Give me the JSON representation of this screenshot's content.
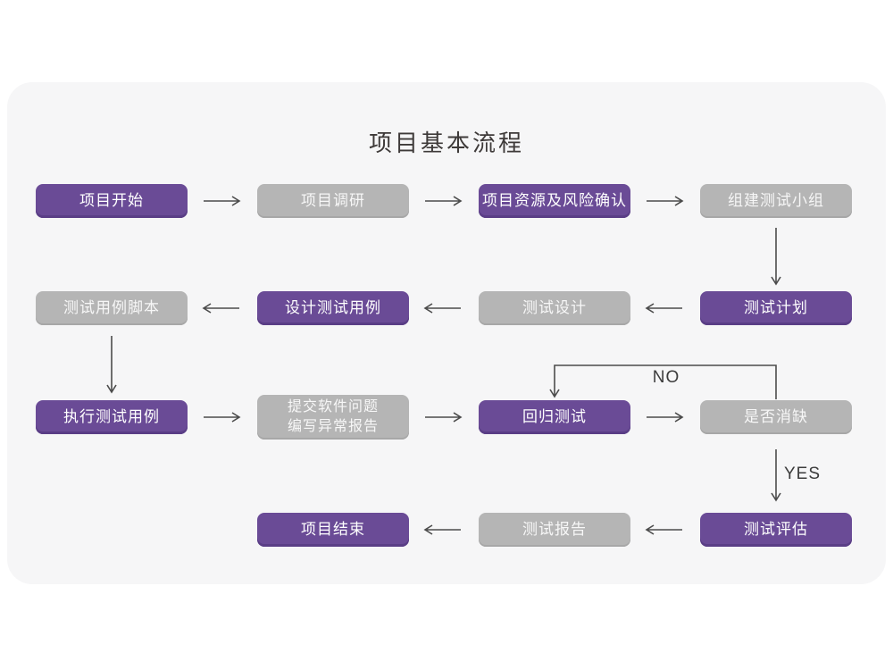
{
  "title": "项目基本流程",
  "colors": {
    "purple": "#6a4b96",
    "purple_edge": "#5a3e86",
    "gray": "#b5b5b5",
    "gray_edge": "#a7a7a7",
    "gray_text": "#f7f7f7",
    "box_text": "#ffffff",
    "arrow": "#4c4c4c",
    "card_bg": "#f6f6f7",
    "title_text": "#3e3a39",
    "edge_label_text": "#3c3c3c"
  },
  "nodes": [
    {
      "id": "project-start",
      "label": "项目开始",
      "variant": "purple"
    },
    {
      "id": "project-research",
      "label": "项目调研",
      "variant": "gray"
    },
    {
      "id": "resource-risk-confirm",
      "label": "项目资源及风险确认",
      "variant": "purple"
    },
    {
      "id": "build-test-team",
      "label": "组建测试小组",
      "variant": "gray"
    },
    {
      "id": "test-plan",
      "label": "测试计划",
      "variant": "purple"
    },
    {
      "id": "test-design",
      "label": "测试设计",
      "variant": "gray"
    },
    {
      "id": "design-test-cases",
      "label": "设计测试用例",
      "variant": "purple"
    },
    {
      "id": "test-case-scripts",
      "label": "测试用例脚本",
      "variant": "gray"
    },
    {
      "id": "execute-test-cases",
      "label": "执行测试用例",
      "variant": "purple"
    },
    {
      "id": "submit-issues-report",
      "label": "提交软件问题\n编写异常报告",
      "variant": "gray"
    },
    {
      "id": "regression-test",
      "label": "回归测试",
      "variant": "purple"
    },
    {
      "id": "defect-cleared-check",
      "label": "是否消缺",
      "variant": "gray"
    },
    {
      "id": "test-evaluation",
      "label": "测试评估",
      "variant": "purple"
    },
    {
      "id": "test-report",
      "label": "测试报告",
      "variant": "gray"
    },
    {
      "id": "project-end",
      "label": "项目结束",
      "variant": "purple"
    }
  ],
  "edge_labels": {
    "no": "NO",
    "yes": "YES"
  }
}
